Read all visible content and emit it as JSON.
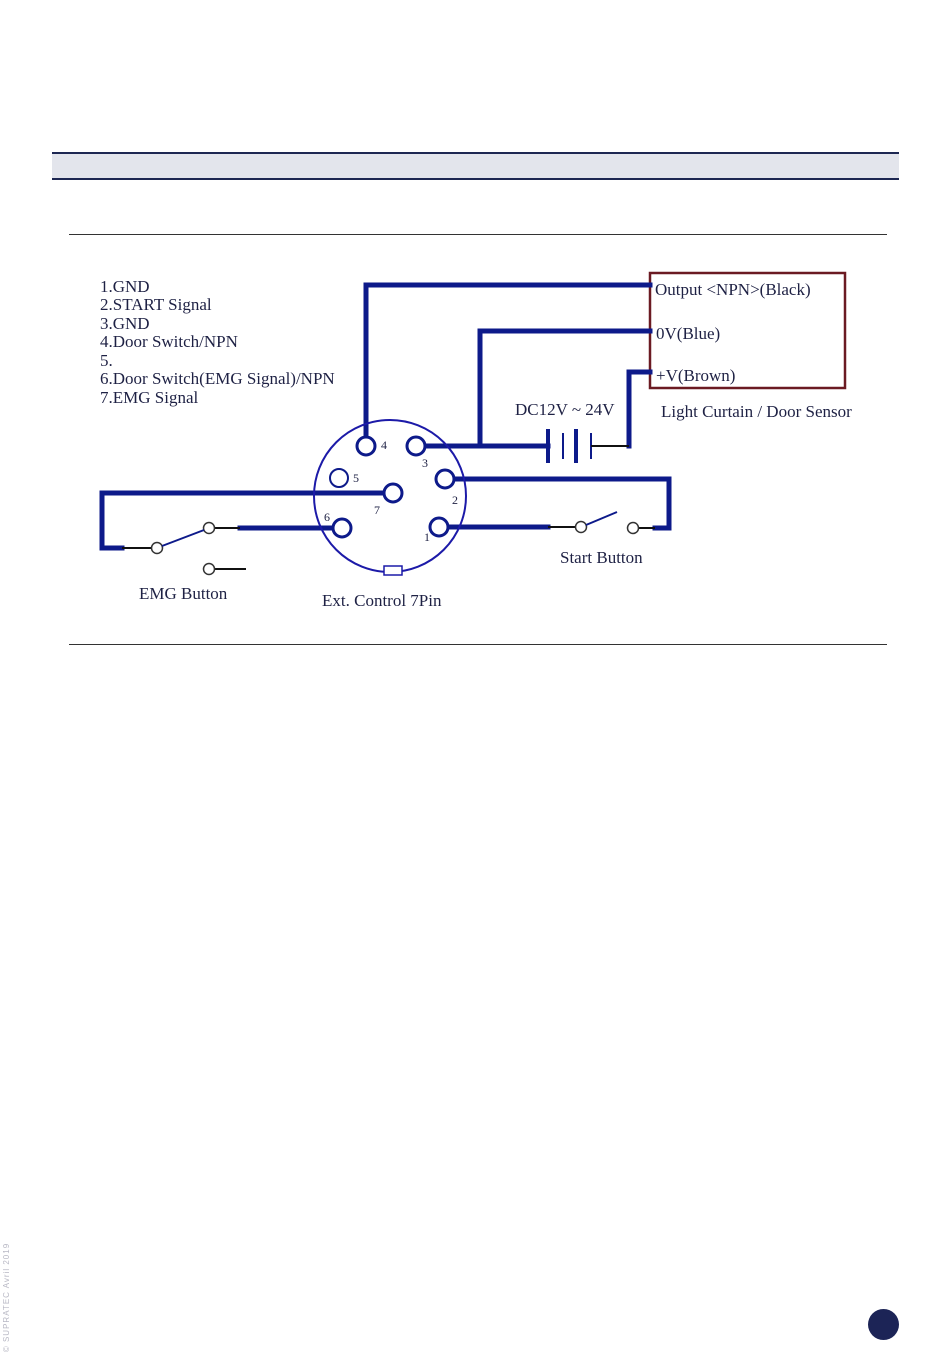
{
  "pin_legend": [
    "1.GND",
    "2.START Signal",
    "3.GND",
    "4.Door Switch/NPN",
    "5.",
    "6.Door Switch(EMG Signal)/NPN",
    "7.EMG Signal"
  ],
  "sensor": {
    "output_label": "Output <NPN>(Black)",
    "zero_v_label": "0V(Blue)",
    "plus_v_label": "+V(Brown)",
    "caption": "Light Curtain / Door Sensor"
  },
  "power": {
    "label": "DC12V ~ 24V"
  },
  "connector": {
    "caption": "Ext. Control 7Pin",
    "pins": [
      "1",
      "2",
      "3",
      "4",
      "5",
      "6",
      "7"
    ]
  },
  "buttons": {
    "emg_label": "EMG Button",
    "start_label": "Start Button"
  },
  "footer": {
    "copyright": "© SUPRATEC Avril 2019"
  },
  "colors": {
    "wire": "#0d1a8a",
    "sensor_box": "#6b1a22",
    "header_band": "#e3e5ec",
    "header_border": "#1d2752",
    "page_dot": "#1c2456"
  }
}
